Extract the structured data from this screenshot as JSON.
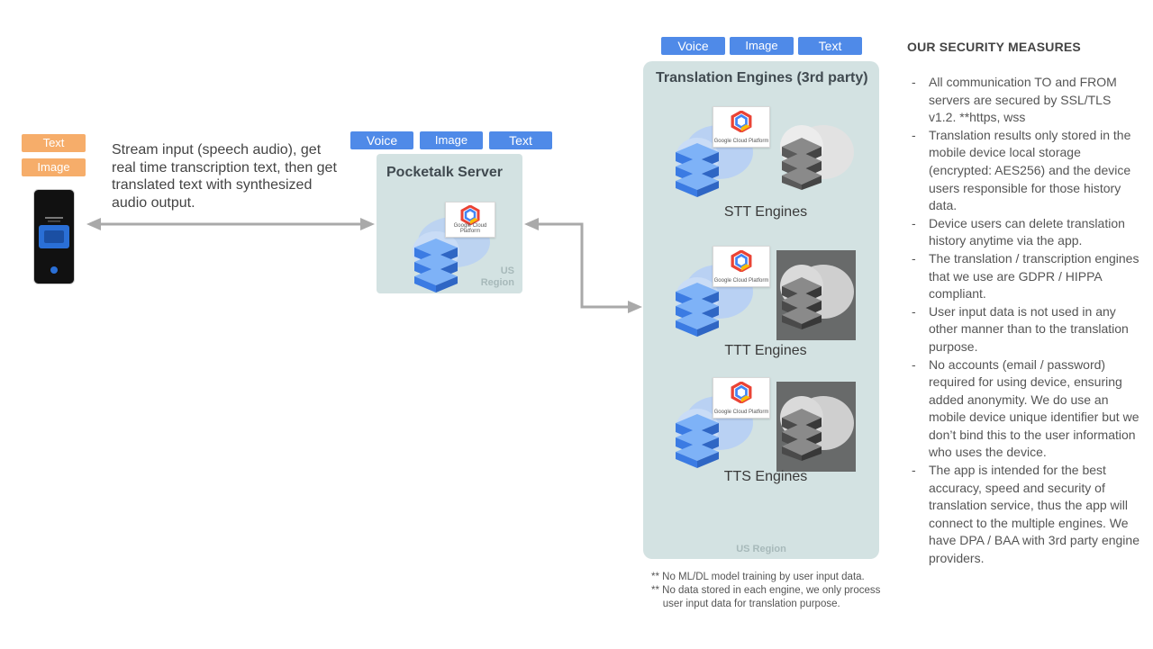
{
  "device": {
    "tags": [
      "Text",
      "Image"
    ]
  },
  "stream_description": "Stream input (speech audio), get real time transcription text, then get translated text with synthesized audio output.",
  "server": {
    "tags": [
      "Voice",
      "Image",
      "Text"
    ],
    "title": "Pocketalk Server",
    "region": "US Region"
  },
  "engines_panel": {
    "tags": [
      "Voice",
      "Image",
      "Text"
    ],
    "title": "Translation Engines (3rd party)",
    "region": "US Region",
    "engines": [
      "STT Engines",
      "TTT Engines",
      "TTS Engines"
    ]
  },
  "gcp_label": "Google Cloud Platform",
  "footnotes": [
    "** No ML/DL model training by user input data.",
    "** No data stored in each engine, we only process",
    "    user input data for translation purpose."
  ],
  "security": {
    "title": "OUR SECURITY MEASURES",
    "dash": "-",
    "items": [
      "All communication TO and FROM servers are secured by SSL/TLS v1.2. **https, wss",
      "Translation results only stored in the mobile device local storage (encrypted: AES256) and the device users responsible for those history data.",
      "Device users can delete translation history anytime via the app.",
      "The translation / transcription engines that we use are GDPR / HIPPA compliant.",
      "User input data is not used in any other manner than to the translation purpose.",
      "No accounts (email / password) required for using device, ensuring added anonymity. We do use an mobile device unique identifier but we don’t bind this to the user information who uses the device.",
      "The app is intended for the best accuracy, speed and security of translation service, thus the app will connect to the multiple engines. We have DPA / BAA with 3rd party engine providers."
    ]
  },
  "colors": {
    "orange_tag": "#f6ad6a",
    "blue_tag": "#4f8ae8",
    "panel_bg": "#d3e2e2",
    "arrow": "#a9a9a9"
  }
}
